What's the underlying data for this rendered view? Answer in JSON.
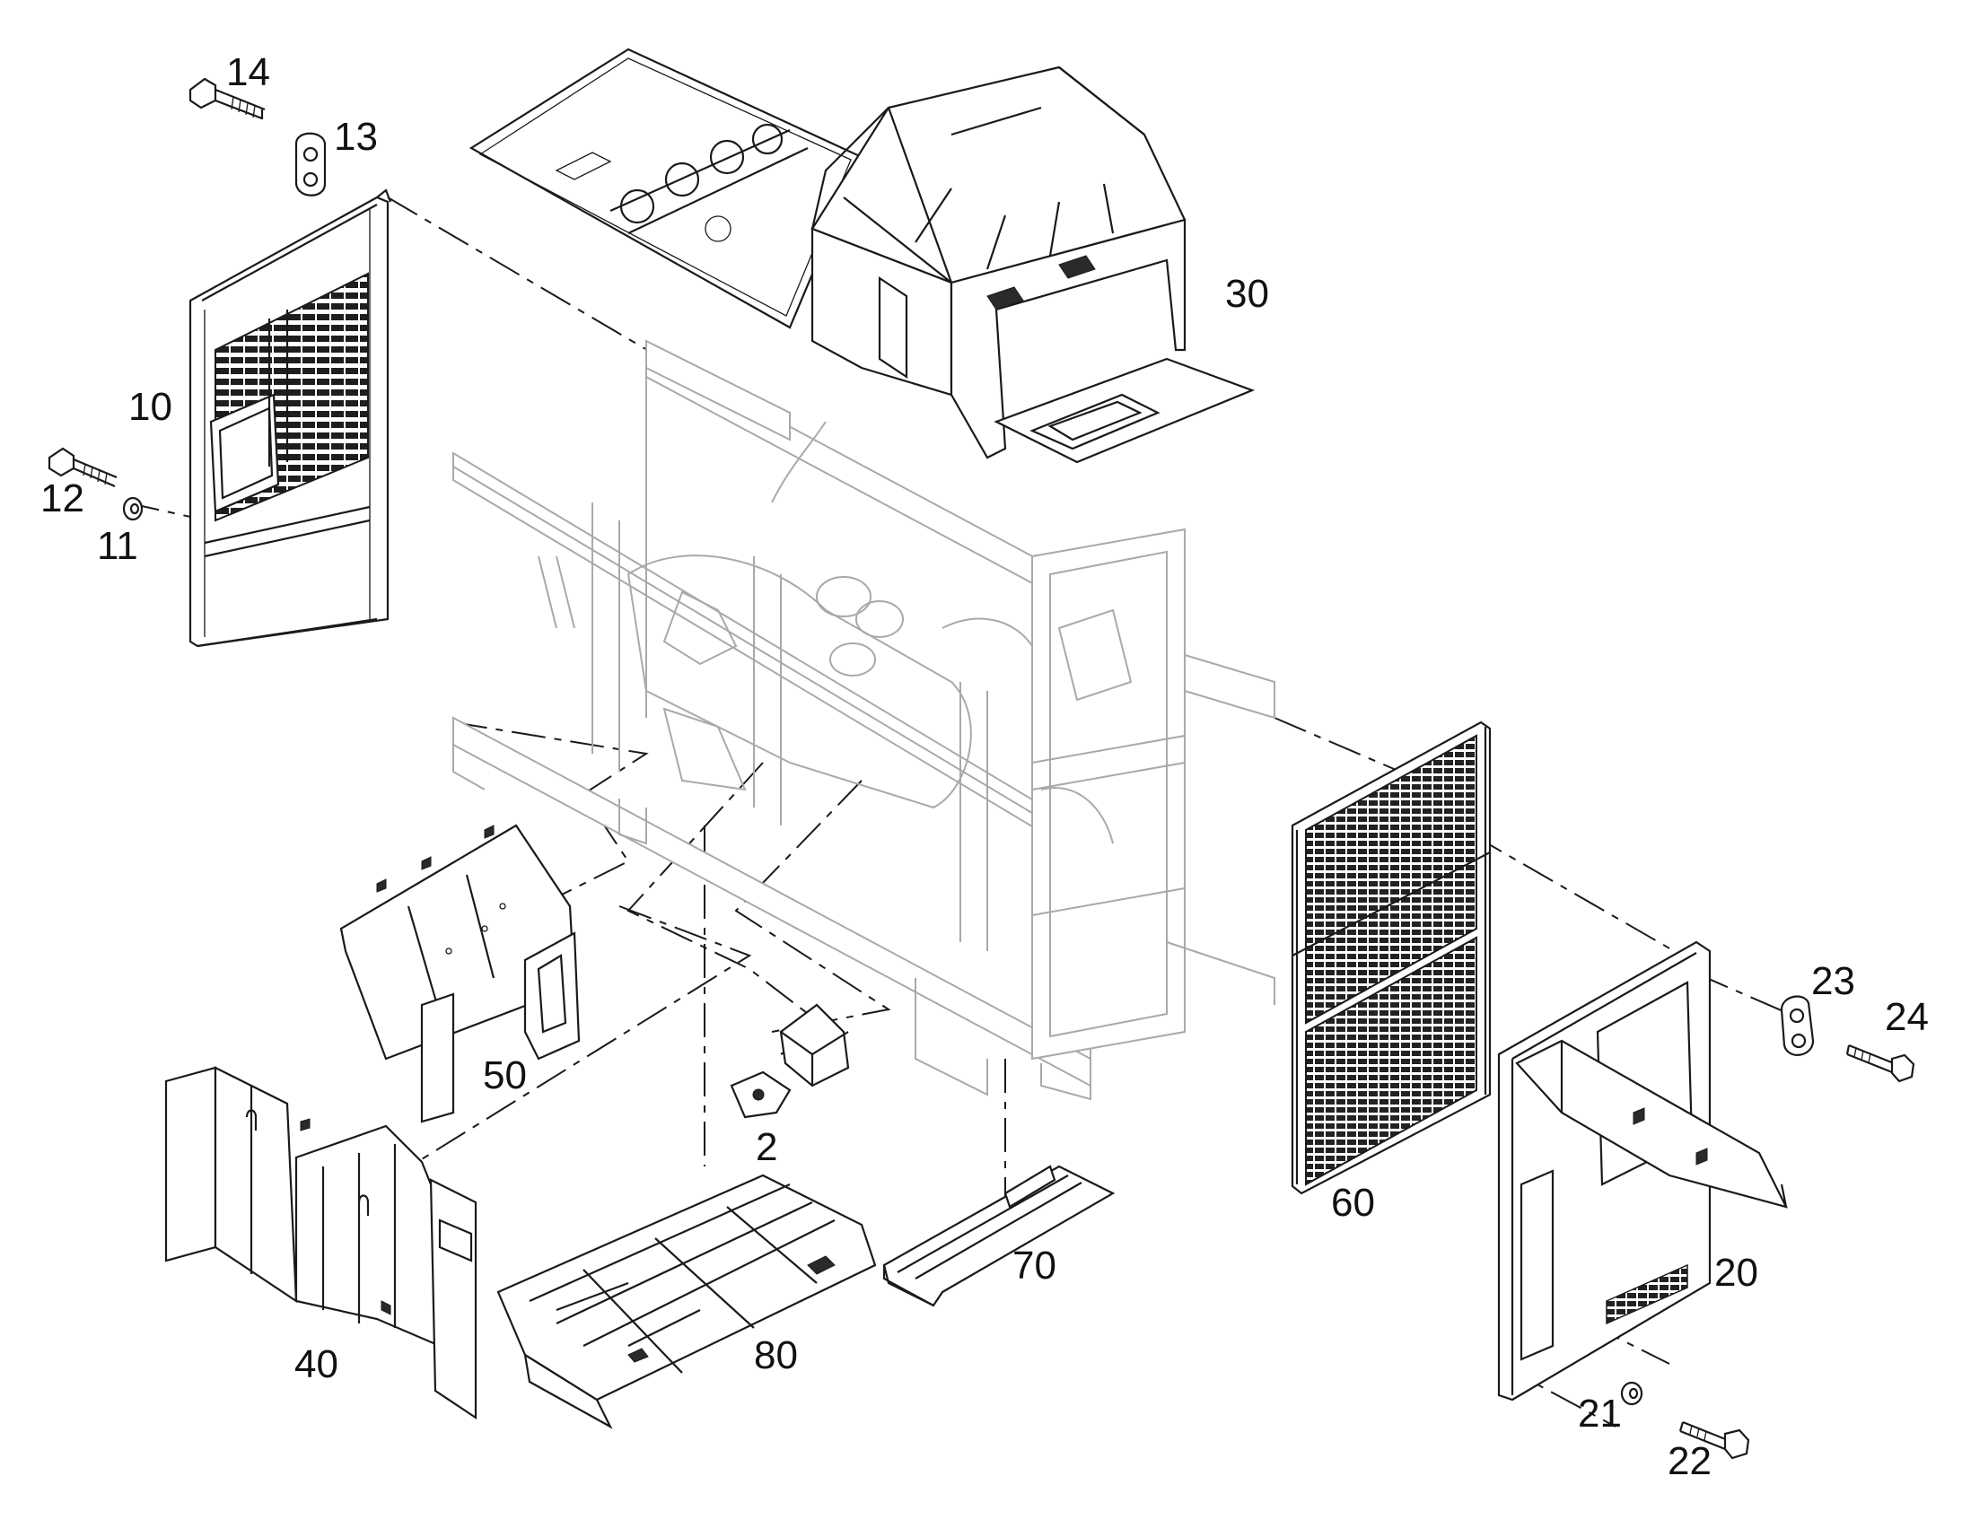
{
  "diagram": {
    "callouts": {
      "c2": "2",
      "c10": "10",
      "c11": "11",
      "c12": "12",
      "c13": "13",
      "c14": "14",
      "c20": "20",
      "c21": "21",
      "c22": "22",
      "c23": "23",
      "c24": "24",
      "c30": "30",
      "c40": "40",
      "c50": "50",
      "c60": "60",
      "c70": "70",
      "c80": "80"
    }
  }
}
